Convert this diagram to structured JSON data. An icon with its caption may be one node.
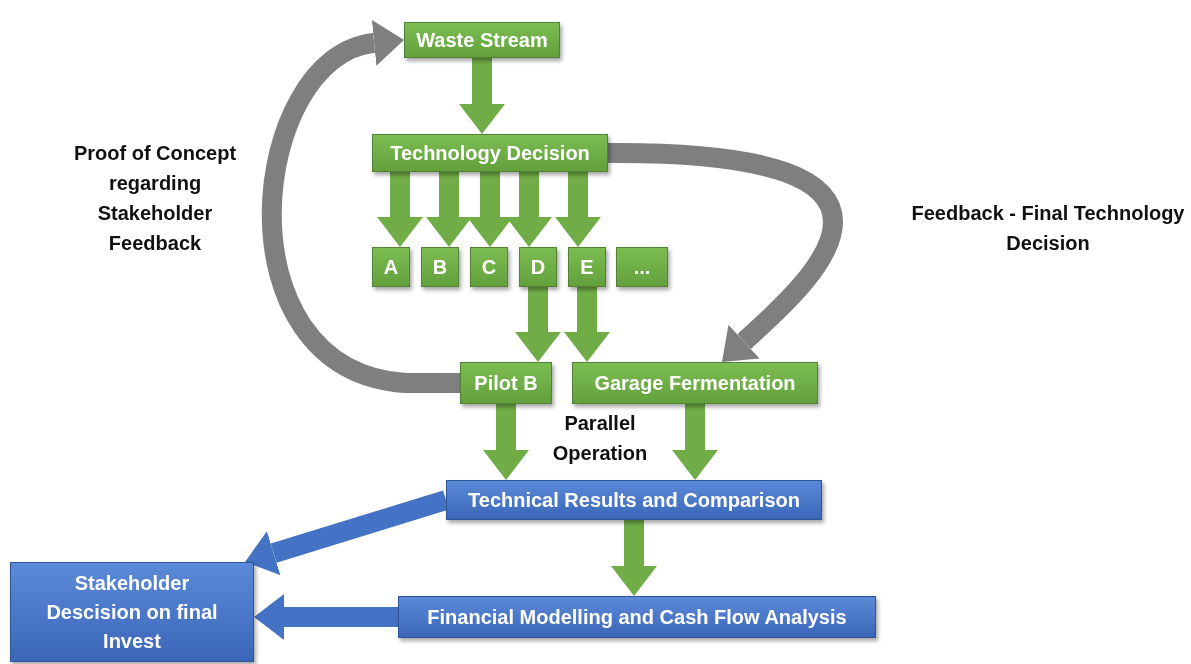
{
  "diagram": {
    "nodes": [
      {
        "text": [
          "Waste Stream"
        ]
      },
      {
        "text": [
          "Technology Decision"
        ]
      },
      {
        "text": [
          "A"
        ]
      },
      {
        "text": [
          "B"
        ]
      },
      {
        "text": [
          "C"
        ]
      },
      {
        "text": [
          "D"
        ]
      },
      {
        "text": [
          "E"
        ]
      },
      {
        "text": [
          "..."
        ]
      },
      {
        "text": [
          "Pilot B"
        ]
      },
      {
        "text": [
          "Garage Fermentation"
        ]
      },
      {
        "text": [
          "Technical Results and Comparison"
        ]
      },
      {
        "text": [
          "Financial Modelling and Cash Flow Analysis"
        ]
      },
      {
        "text": [
          "Stakeholder Descision on final Invest"
        ]
      }
    ],
    "edges": [
      {
        "from": 0,
        "to": 1,
        "arrow": "to"
      },
      {
        "from": 1,
        "to": 2,
        "arrow": "to"
      },
      {
        "from": 1,
        "to": 3,
        "arrow": "to"
      },
      {
        "from": 1,
        "to": 4,
        "arrow": "to"
      },
      {
        "from": 1,
        "to": 5,
        "arrow": "to"
      },
      {
        "from": 1,
        "to": 6,
        "arrow": "to"
      },
      {
        "from": 5,
        "to": 8,
        "arrow": "to"
      },
      {
        "from": 6,
        "to": 9,
        "arrow": "to"
      },
      {
        "from": 8,
        "to": 10,
        "arrow": "to"
      },
      {
        "from": 9,
        "to": 10,
        "arrow": "to"
      },
      {
        "from": 10,
        "to": 11,
        "arrow": "to"
      },
      {
        "from": 10,
        "to": 12,
        "arrow": "to",
        "color": "#4472c4"
      },
      {
        "from": 11,
        "to": 12,
        "arrow": "to",
        "color": "#4472c4"
      },
      {
        "from": 8,
        "to": 0,
        "arrow": "to",
        "label": "Proof of Concept regarding Stakeholder Feedback",
        "color": "#7f7f7f"
      },
      {
        "from": 1,
        "to": 9,
        "arrow": "to",
        "label": "Feedback - Final Technology Decision",
        "color": "#7f7f7f"
      }
    ],
    "labels": [
      "Parallel Operation"
    ]
  }
}
